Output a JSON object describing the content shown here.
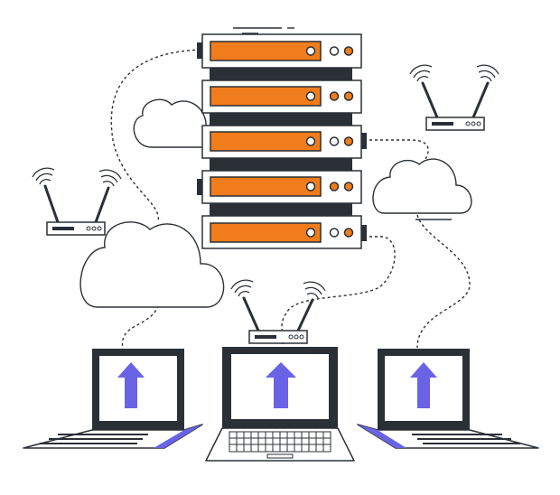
{
  "illustration": {
    "colors": {
      "outline": "#2b3037",
      "dark": "#2b3037",
      "orange": "#f07c1c",
      "purple": "#6b63e6",
      "white": "#ffffff"
    },
    "servers": [
      {
        "id": 1,
        "leds": [
          "hollow",
          "orange"
        ]
      },
      {
        "id": 2,
        "leds": [
          "orange",
          "orange"
        ]
      },
      {
        "id": 3,
        "leds": [
          "hollow",
          "orange"
        ]
      },
      {
        "id": 4,
        "leds": [
          "orange",
          "orange"
        ]
      },
      {
        "id": 5,
        "leds": [
          "hollow",
          "orange"
        ]
      }
    ],
    "clouds": [
      "cloud-left-top",
      "cloud-right",
      "cloud-left-bottom"
    ],
    "routers": [
      "router-left",
      "router-right",
      "router-center"
    ],
    "laptops": [
      "laptop-left",
      "laptop-center",
      "laptop-right"
    ],
    "screen_icon": "upload-arrow-icon"
  }
}
